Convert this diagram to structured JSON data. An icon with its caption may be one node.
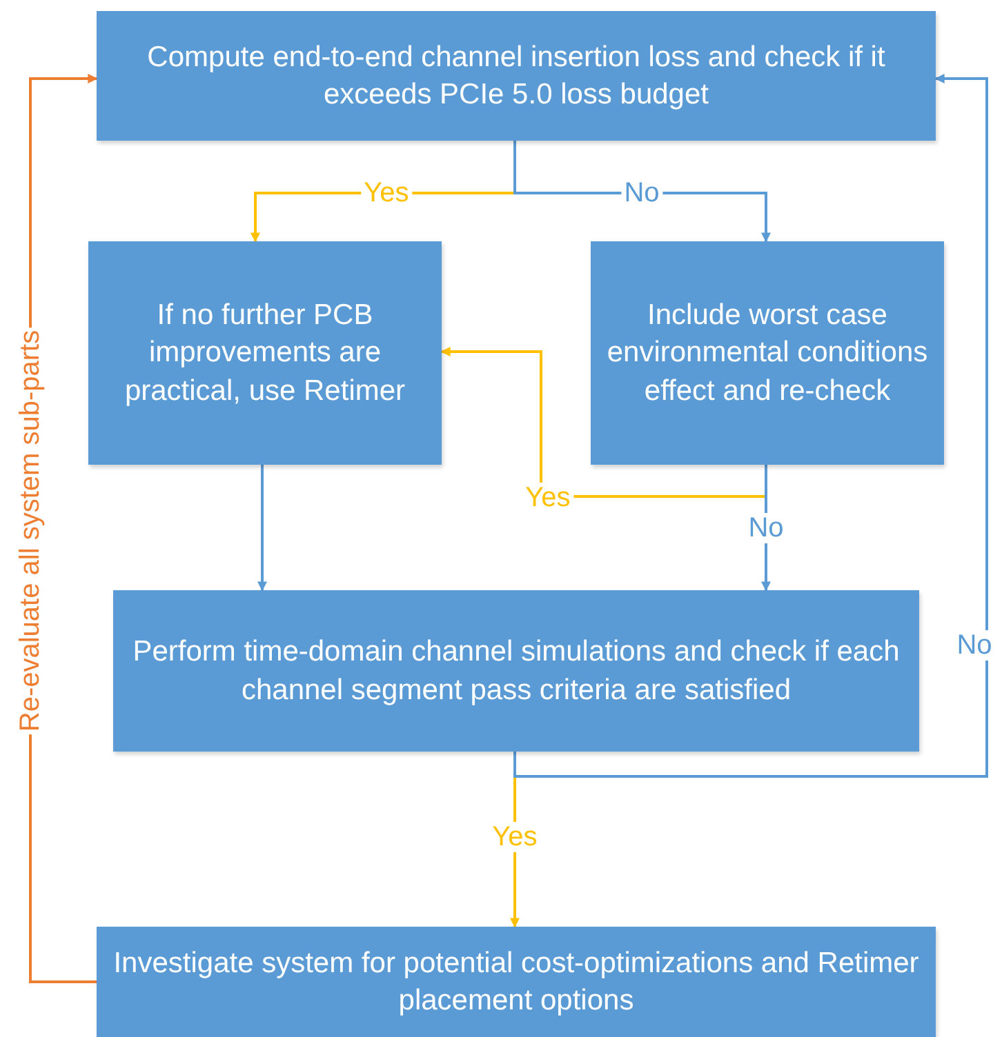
{
  "diagram": {
    "nodes": [
      {
        "text": [
          "Compute end-to-end channel insertion loss and check if it exceeds PCIe 5.0 loss budget"
        ]
      },
      {
        "text": [
          "If no further PCB improvements are practical, use Retimer"
        ]
      },
      {
        "text": [
          "Include worst case environmental conditions effect and re-check"
        ]
      },
      {
        "text": [
          "Perform time-domain channel simulations and check if each channel segment pass criteria are satisfied"
        ]
      },
      {
        "text": [
          "Investigate system for potential cost-optimizations and Retimer placement options"
        ]
      }
    ],
    "edges": [
      {
        "from": 0,
        "to": 1,
        "arrow": "to",
        "label": "Yes",
        "color": "#ffc000"
      },
      {
        "from": 0,
        "to": 2,
        "arrow": "to",
        "label": "No"
      },
      {
        "from": 2,
        "to": 1,
        "arrow": "to",
        "label": "Yes",
        "color": "#ffc000"
      },
      {
        "from": 1,
        "to": 3,
        "arrow": "to"
      },
      {
        "from": 2,
        "to": 3,
        "arrow": "to",
        "label": "No"
      },
      {
        "from": 3,
        "to": 4,
        "arrow": "to",
        "label": "Yes",
        "color": "#ffc000"
      },
      {
        "from": 3,
        "to": 0,
        "arrow": "to",
        "label": "No"
      },
      {
        "from": 4,
        "to": 0,
        "arrow": "to",
        "label": "Re-evaluate all system sub-parts",
        "color": "#ed7d31"
      }
    ]
  }
}
